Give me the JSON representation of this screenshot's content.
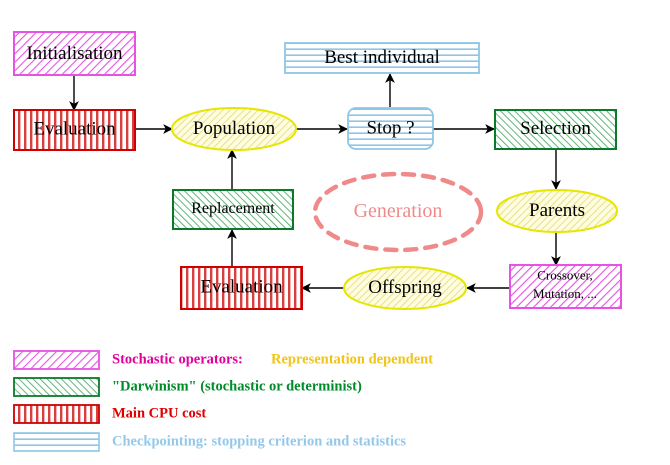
{
  "title": "Evolutionary Algorithm Cycle",
  "colors": {
    "magenta_stroke": "#e552e5",
    "magenta_hatch": "#e552e5",
    "green_stroke": "#0a7a2a",
    "green_hatch": "#4fae6a",
    "red_stroke": "#d00000",
    "red_hatch": "#e06060",
    "blue_stroke": "#8ec6e6",
    "blue_hatch": "#8ec6e6",
    "yellow_stroke": "#e6e600",
    "yellow_hatch": "#e6e07a",
    "generation_pink": "#f08a8a",
    "arrow_black": "#000000",
    "background": "#ffffff",
    "legend_magenta_text": "#e0009c",
    "legend_gold_text": "#f0c419",
    "legend_green_text": "#008b2a",
    "legend_red_text": "#e00000",
    "legend_blue_text": "#94c8ea"
  },
  "nodes": {
    "initialisation": {
      "label": "Initialisation",
      "shape": "rect",
      "style": "magenta-diag"
    },
    "evaluation_top": {
      "label": "Evaluation",
      "shape": "rect",
      "style": "red-vert"
    },
    "population": {
      "label": "Population",
      "shape": "ellipse",
      "style": "yellow-diag"
    },
    "stop": {
      "label": "Stop ?",
      "shape": "rounded-rect",
      "style": "blue-horiz"
    },
    "best_individual": {
      "label": "Best individual",
      "shape": "rect",
      "style": "blue-horiz"
    },
    "selection": {
      "label": "Selection",
      "shape": "rect",
      "style": "green-diag"
    },
    "parents": {
      "label": "Parents",
      "shape": "ellipse",
      "style": "yellow-diag"
    },
    "crossover_mutation": {
      "label_line1": "Crossover,",
      "label_line2": "Mutation, ...",
      "shape": "rect",
      "style": "magenta-diag"
    },
    "offspring": {
      "label": "Offspring",
      "shape": "ellipse",
      "style": "yellow-diag"
    },
    "evaluation_bottom": {
      "label": "Evaluation",
      "shape": "rect",
      "style": "red-vert"
    },
    "replacement": {
      "label": "Replacement",
      "shape": "rect",
      "style": "green-diag"
    },
    "generation": {
      "label": "Generation",
      "shape": "dashed-ellipse",
      "style": "pink-dashed"
    }
  },
  "edges": [
    {
      "from": "initialisation",
      "to": "evaluation_top"
    },
    {
      "from": "evaluation_top",
      "to": "population"
    },
    {
      "from": "population",
      "to": "stop"
    },
    {
      "from": "stop",
      "to": "best_individual"
    },
    {
      "from": "stop",
      "to": "selection"
    },
    {
      "from": "selection",
      "to": "parents"
    },
    {
      "from": "parents",
      "to": "crossover_mutation"
    },
    {
      "from": "crossover_mutation",
      "to": "offspring"
    },
    {
      "from": "offspring",
      "to": "evaluation_bottom"
    },
    {
      "from": "evaluation_bottom",
      "to": "replacement"
    },
    {
      "from": "replacement",
      "to": "population"
    }
  ],
  "legend": {
    "items": [
      {
        "swatch": "magenta-diag",
        "text": "Stochastic operators:",
        "text2": "Representation dependent"
      },
      {
        "swatch": "green-diag",
        "text": "\"Darwinism\" (stochastic or determinist)",
        "text2": ""
      },
      {
        "swatch": "red-vert",
        "text": "Main CPU cost",
        "text2": ""
      },
      {
        "swatch": "blue-horiz",
        "text": "Checkpointing: stopping criterion and statistics",
        "text2": ""
      }
    ]
  }
}
